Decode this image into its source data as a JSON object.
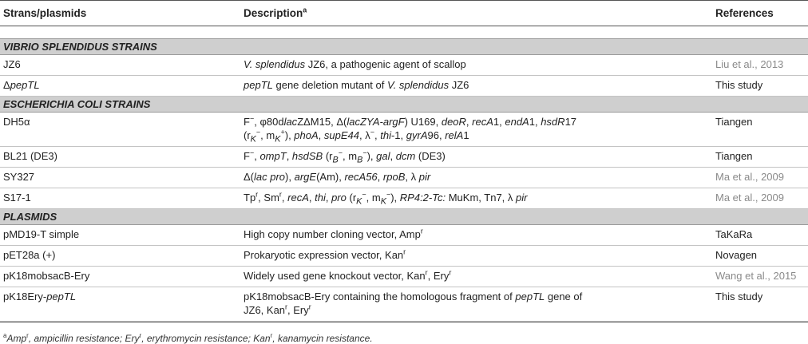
{
  "header": {
    "col1": "Strans/plasmids",
    "col2": "Description",
    "col2_sup": "a",
    "col3": "References"
  },
  "sections": [
    {
      "title": "VIBRIO SPLENDIDUS STRAINS",
      "rows": [
        {
          "name": "JZ6",
          "desc": "<i>V. splendidus</i> JZ6, a pathogenic agent of scallop",
          "ref": "Liu et al., 2013",
          "muted": true
        },
        {
          "name": "Δ<i>pepTL</i>",
          "desc": "<i>pepTL</i> gene deletion mutant of <i>V. splendidus</i> JZ6",
          "ref": "This study",
          "muted": false
        }
      ]
    },
    {
      "title": "ESCHERICHIA COLI STRAINS",
      "rows": [
        {
          "name": "DH5α",
          "desc": "F<sup class=\"d\">−</sup>, φ80d<i>lac</i>ZΔM15, Δ(<i>lacZYA-argF</i>) U169, <i>deoR</i>, <i>recA</i>1, <i>endA</i>1, <i>hsdR</i>17<br>(r<sub><i>K</i></sub><sup class=\"d\">−</sup>, m<sub><i>K</i></sub><sup class=\"d\">+</sup>), <i>phoA</i>, <i>supE44</i>, λ<sup class=\"d\">−</sup>, <i>thi</i>-1, <i>gyrA</i>96, <i>relA</i>1",
          "ref": "Tiangen",
          "muted": false,
          "double": true
        },
        {
          "name": "BL21 (DE3)",
          "desc": "F<sup class=\"d\">−</sup>, <i>ompT</i>, <i>hsdSB</i> (r<sub><i>B</i></sub><sup class=\"d\">−</sup>, m<sub><i>B</i></sub><sup class=\"d\">−</sup>), <i>gal</i>, <i>dcm</i> (DE3)",
          "ref": "Tiangen",
          "muted": false
        },
        {
          "name": "SY327",
          "desc": "Δ(<i>lac pro</i>), <i>argE</i>(Am), <i>recA56</i>, <i>rpoB</i>, λ <i>pir</i>",
          "ref": "Ma et al., 2009",
          "muted": true
        },
        {
          "name": "S17-1",
          "desc": "Tp<sup class=\"d\">r</sup>, Sm<sup class=\"d\">r</sup>, <i>recA</i>, <i>thi</i>, <i>pro</i> (r<sub><i>K</i></sub><sup class=\"d\">−</sup>, m<sub><i>K</i></sub><sup class=\"d\">−</sup>), <i>RP4:2-Tc:</i> MuKm, Tn7, λ <i>pir</i>",
          "ref": "Ma et al., 2009",
          "muted": true
        }
      ]
    },
    {
      "title": "PLASMIDS",
      "rows": [
        {
          "name": "pMD19-T simple",
          "desc": "High copy number cloning vector, Amp<sup class=\"d\">r</sup>",
          "ref": "TaKaRa",
          "muted": false
        },
        {
          "name": "pET28a (+)",
          "desc": "Prokaryotic expression vector, Kan<sup class=\"d\">r</sup>",
          "ref": "Novagen",
          "muted": false
        },
        {
          "name": "pK18mobsacB-Ery",
          "desc": "Widely used gene knockout vector, Kan<sup class=\"d\">r</sup>, Ery<sup class=\"d\">r</sup>",
          "ref": "Wang et al., 2015",
          "muted": true
        },
        {
          "name": "pK18Ery-<i>pepTL</i>",
          "desc": "pK18mobsacB-Ery containing the homologous fragment of <i>pepTL</i> gene of<br>JZ6, Kan<sup class=\"d\">r</sup>, Ery<sup class=\"d\">r</sup>",
          "ref": "This study",
          "muted": false,
          "double": true
        }
      ]
    }
  ],
  "footnote": "<sup>a</sup>Amp<sup>r</sup>, ampicillin resistance; Ery<sup>r</sup>, erythromycin resistance; Kan<sup>r</sup>, kanamycin resistance."
}
